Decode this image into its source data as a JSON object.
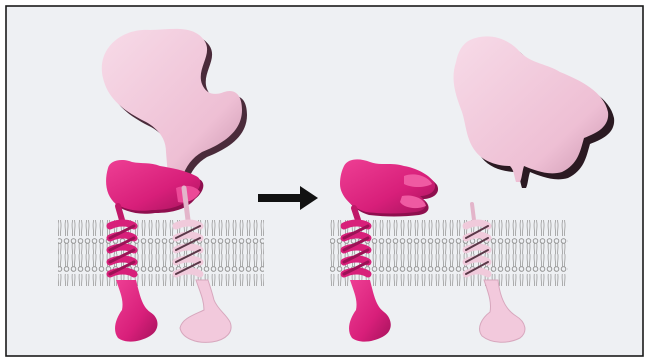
{
  "figure": {
    "colors": {
      "background": "#eef0f3",
      "frame": "#1a1a1a",
      "magenta": "#d8207a",
      "magenta_dark": "#8e0f4e",
      "pink": "#f2c9dc",
      "pink_dark": "#4a2b3a",
      "membrane": "#9a9a9a",
      "arrow": "#111111"
    },
    "panels": {
      "left": {
        "state": "bound"
      },
      "right": {
        "state": "dissociated"
      }
    },
    "arrow": {
      "direction": "right"
    }
  }
}
